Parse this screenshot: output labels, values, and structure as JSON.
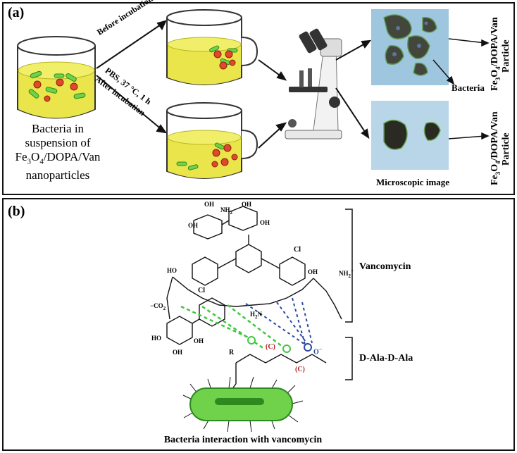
{
  "panel_a": {
    "label": "(a)",
    "before_incubation": "Before incubation",
    "conditions": "PBS, 37 °C, 1 h",
    "after_incubation": "After incubation",
    "beaker_caption_line1": "Bacteria in",
    "beaker_caption_line2": "suspension of",
    "beaker_caption_line3_a": "Fe",
    "beaker_caption_line3_sub1": "3",
    "beaker_caption_line3_b": "O",
    "beaker_caption_line3_sub2": "4",
    "beaker_caption_line3_c": "/DOPA/Van",
    "beaker_caption_line4": "nanoparticles",
    "particle_label_top_a": "Fe",
    "particle_label_top_sub1": "3",
    "particle_label_top_b": "O",
    "particle_label_top_sub2": "4",
    "particle_label_top_c": "/DOPA/Van",
    "particle_label_top_line2": "Particle",
    "bacteria_label": "Bacteria",
    "particle_label_bottom_a": "Fe",
    "particle_label_bottom_sub1": "3",
    "particle_label_bottom_b": "O",
    "particle_label_bottom_sub2": "4",
    "particle_label_bottom_c": "/DOPA/Van",
    "particle_label_bottom_line2": "Particle",
    "microscope_caption": "Microscopic image"
  },
  "panel_b": {
    "label": "(b)",
    "vancomycin_label": "Vancomycin",
    "dala_label": "D-Ala-D-Ala",
    "caption": "Bacteria interaction with vancomycin",
    "atoms": {
      "oh1": "OH",
      "nh2": "NH",
      "nh2_sub": "2",
      "oh2": "OH",
      "oh3": "OH",
      "oh4": "OH",
      "cl1": "Cl",
      "cl2": "Cl",
      "ho1": "HO",
      "oh5": "OH",
      "nh2b": "NH",
      "nh2b_sub": "2",
      "plus": "+",
      "co2": "CO",
      "co2_sub": "2",
      "minus": "−",
      "h2n": "H",
      "h2n_sub": "2",
      "h2n_n": "N",
      "ho_bottom": "HO",
      "oh_bottom": "OH",
      "oh_bottom2": "OH",
      "r": "R",
      "c1": "(C)",
      "c2": "(C)",
      "o_minus": "O",
      "o_minus_sign": "−"
    }
  },
  "colors": {
    "liquid": "#e9e54a",
    "bacteria_green": "#6fd24a",
    "particle_red": "#e04a2a",
    "hbond_green": "#3ec83e",
    "hbond_blue": "#2a4aa0",
    "micro_bg_top": "#9ec6de",
    "micro_bg_bottom": "#b8d6e8",
    "carbon_red": "#b02020"
  }
}
